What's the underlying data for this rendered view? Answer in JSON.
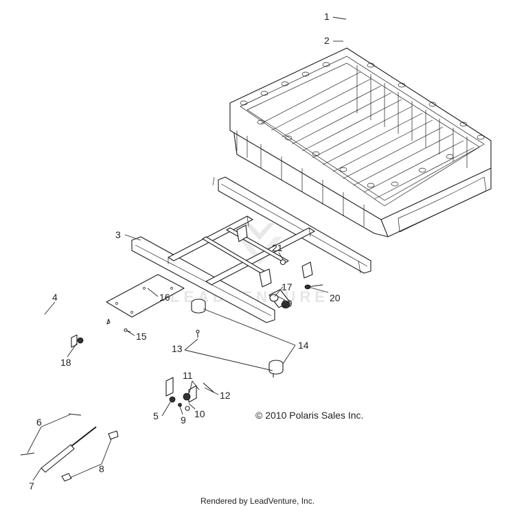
{
  "diagram": {
    "callouts": [
      "1",
      "2",
      "3",
      "4",
      "5",
      "6",
      "7",
      "8",
      "9",
      "10",
      "11",
      "12",
      "13",
      "14",
      "15",
      "16",
      "17",
      "18",
      "19",
      "20",
      "21"
    ],
    "watermark": "LEADVENTURE",
    "copyright": "© 2010 Polaris Sales Inc.",
    "footer": "Rendered by LeadVenture, Inc."
  }
}
